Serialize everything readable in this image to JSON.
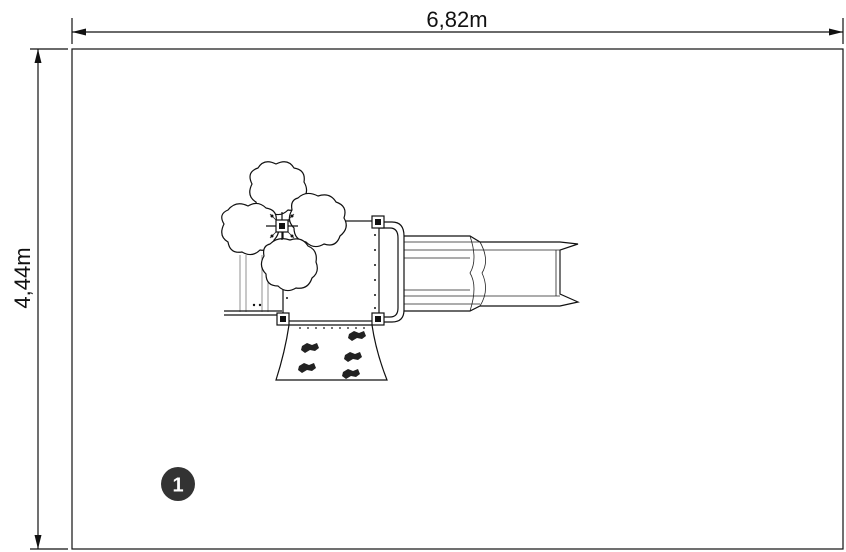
{
  "dimensions": {
    "width_label": "6,82m",
    "height_label": "4,44m"
  },
  "marker": {
    "number": "1",
    "color": "#333333"
  },
  "colors": {
    "line": "#111111",
    "background": "#ffffff"
  }
}
